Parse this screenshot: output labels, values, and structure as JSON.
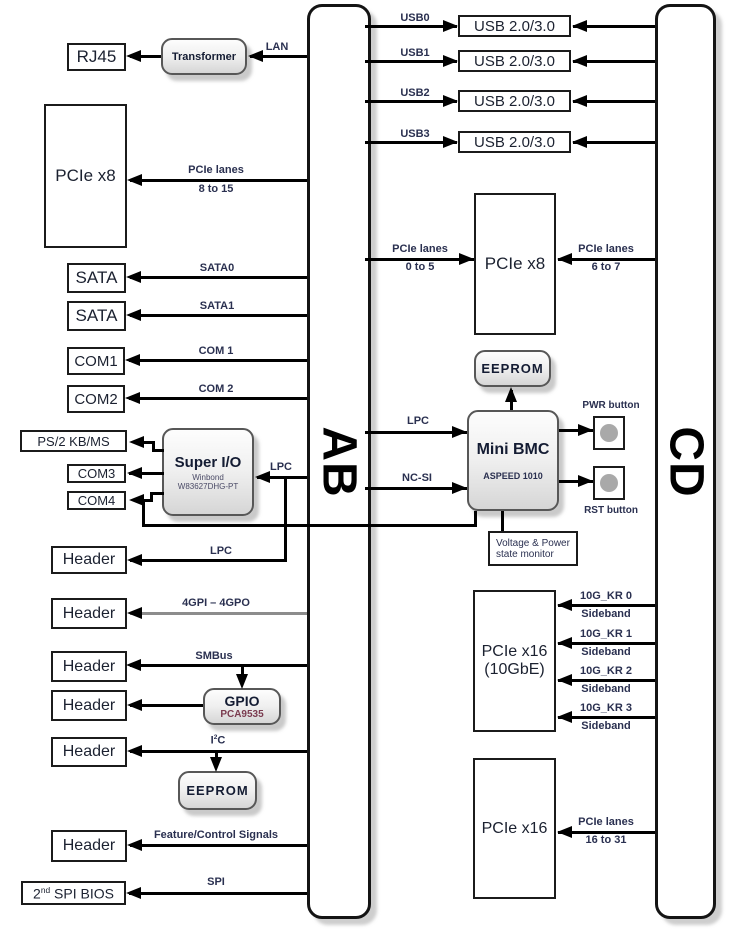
{
  "buses": {
    "ab": "AB",
    "cd": "CD"
  },
  "left": {
    "rj45": "RJ45",
    "transformer": "Transformer",
    "pcie_x8": "PCIe x8",
    "sata_top": "SATA",
    "sata_bottom": "SATA",
    "com1": "COM1",
    "com2": "COM2",
    "ps2": "PS/2 KB/MS",
    "com3": "COM3",
    "com4": "COM4",
    "superio": {
      "title": "Super I/O",
      "vendor": "Winbond",
      "part": "W83627DHG-PT"
    },
    "header": "Header",
    "gpio": {
      "title": "GPIO",
      "part": "PCA9535"
    },
    "eeprom": "EEPROM",
    "spi_bios_prefix": "2",
    "spi_bios_sup": "nd",
    "spi_bios_rest": " SPI BIOS"
  },
  "center": {
    "pcie_x8": "PCIe x8",
    "eeprom": "EEPROM",
    "bmc": {
      "title": "Mini BMC",
      "part": "ASPEED 1010"
    },
    "pwr_label": "PWR button",
    "rst_label": "RST button",
    "monitor_line1": "Voltage & Power",
    "monitor_line2": "state monitor"
  },
  "right": {
    "usb_box": "USB 2.0/3.0",
    "pcie_x16_10gbe_line1": "PCIe x16",
    "pcie_x16_10gbe_line2": "(10GbE)",
    "pcie_x16": "PCIe x16"
  },
  "signals": {
    "lan": "LAN",
    "pcie_8_15_a": "PCIe lanes",
    "pcie_8_15_b": "8 to 15",
    "sata0": "SATA0",
    "sata1": "SATA1",
    "com1": "COM 1",
    "com2": "COM 2",
    "lpc_sio": "LPC",
    "lpc_header": "LPC",
    "gpi_gpo": "4GPI – 4GPO",
    "smbus": "SMBus",
    "i2c_prefix": "I",
    "i2c_sup": "2",
    "i2c_suffix": "C",
    "feature": "Feature/Control Signals",
    "spi": "SPI",
    "usb0": "USB0",
    "usb1": "USB1",
    "usb2": "USB2",
    "usb3": "USB3",
    "pcie_0_5_a": "PCIe lanes",
    "pcie_0_5_b": "0 to 5",
    "pcie_6_7_a": "PCIe lanes",
    "pcie_6_7_b": "6 to 7",
    "lpc_bmc": "LPC",
    "ncsi": "NC-SI",
    "kr0": "10G_KR 0",
    "kr1": "10G_KR 1",
    "kr2": "10G_KR 2",
    "kr3": "10G_KR 3",
    "sideband": "Sideband",
    "pcie_16_31_a": "PCIe lanes",
    "pcie_16_31_b": "16 to 31"
  },
  "colors": {
    "wire": "#000000",
    "gray_wire": "#8c8c8c",
    "button_dot": "#a9a9a9",
    "label_text": "#2a3050"
  }
}
